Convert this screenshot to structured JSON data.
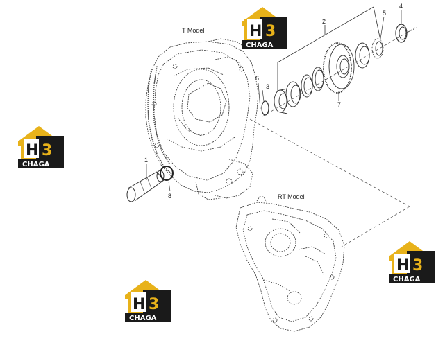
{
  "diagram": {
    "models": {
      "t_model": "T Model",
      "rt_model": "RT Model"
    },
    "callouts": {
      "c1": "1",
      "c2": "2",
      "c3": "3",
      "c4": "4",
      "c5": "5",
      "c6": "6",
      "c7": "7",
      "c8": "8"
    }
  },
  "watermark": {
    "letter_h": "H",
    "digit": "3",
    "brand": "CHAGA",
    "colors": {
      "gold": "#e8b21a",
      "dark": "#1a1a1a",
      "white": "#ffffff"
    }
  },
  "colors": {
    "line": "#333333",
    "dash": "#444444"
  }
}
